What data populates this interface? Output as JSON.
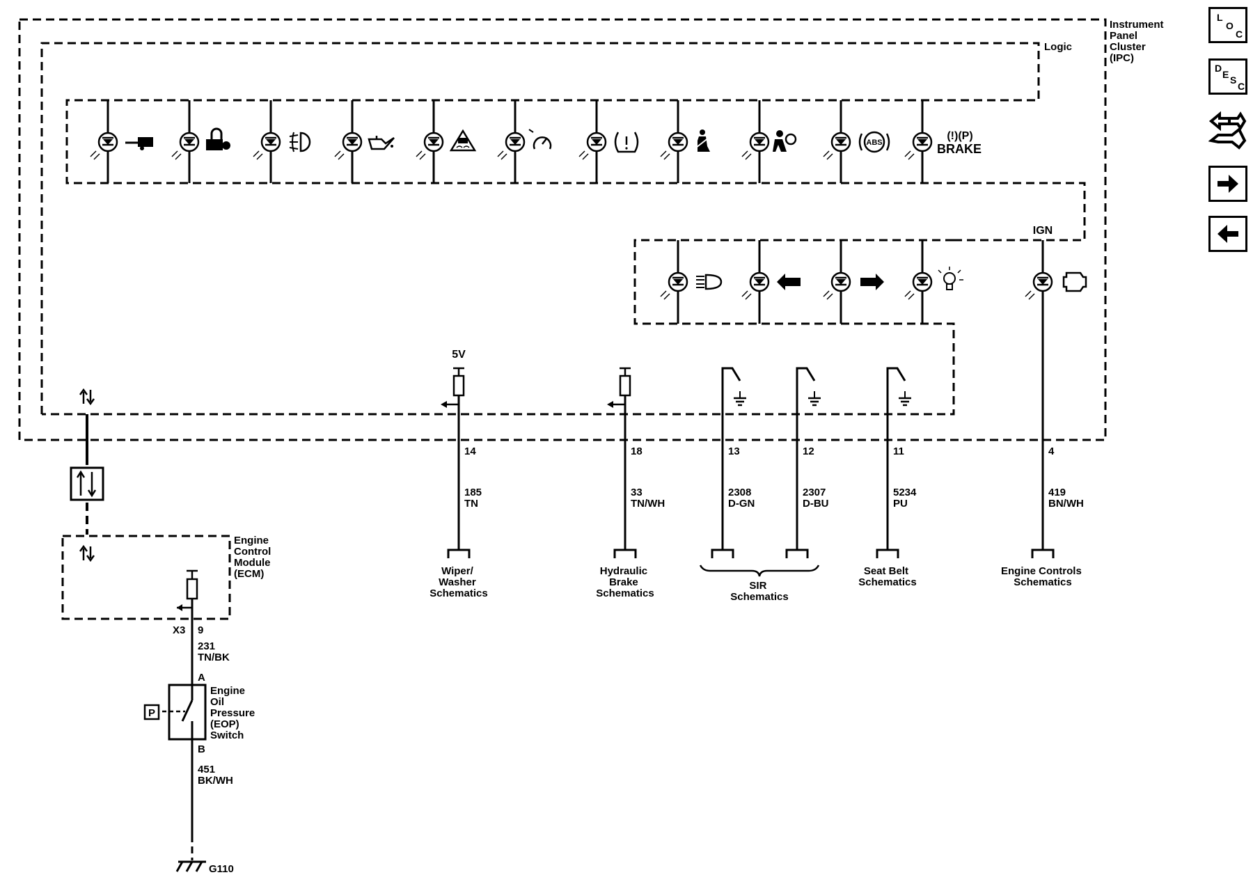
{
  "modules": {
    "ipc": [
      "Instrument",
      "Panel",
      "Cluster",
      "(IPC)"
    ],
    "logic": "Logic",
    "ecm": [
      "Engine",
      "Control",
      "Module",
      "(ECM)"
    ],
    "eop": [
      "Engine",
      "Oil",
      "Pressure",
      "(EOP)",
      "Switch"
    ]
  },
  "indicators_top": [
    {
      "icon": "trailer-icon"
    },
    {
      "icon": "security-lock-icon"
    },
    {
      "icon": "fog-light-icon"
    },
    {
      "icon": "oil-pressure-icon"
    },
    {
      "icon": "traction-control-icon"
    },
    {
      "icon": "cruise-control-icon"
    },
    {
      "icon": "tire-pressure-icon"
    },
    {
      "icon": "seat-belt-icon"
    },
    {
      "icon": "airbag-icon"
    },
    {
      "icon": "abs-icon",
      "text": "ABS"
    },
    {
      "icon": "brake-icon",
      "text": "BRAKE",
      "symbol": "(!)(P)"
    }
  ],
  "indicators_bottom": [
    {
      "icon": "high-beam-icon"
    },
    {
      "icon": "turn-left-icon"
    },
    {
      "icon": "turn-right-icon"
    },
    {
      "icon": "lamp-icon"
    }
  ],
  "ign": {
    "label": "IGN",
    "icon": "check-engine-icon"
  },
  "supply": "5V",
  "circuits": [
    {
      "pin": "14",
      "circuit": "185",
      "color": "TN",
      "dest": [
        "Wiper/",
        "Washer",
        "Schematics"
      ]
    },
    {
      "pin": "18",
      "circuit": "33",
      "color": "TN/WH",
      "dest": [
        "Hydraulic",
        "Brake",
        "Schematics"
      ]
    },
    {
      "pin": "13",
      "circuit": "2308",
      "color": "D-GN"
    },
    {
      "pin": "12",
      "circuit": "2307",
      "color": "D-BU"
    },
    {
      "pin": "11",
      "circuit": "5234",
      "color": "PU",
      "dest": [
        "Seat Belt",
        "Schematics"
      ]
    },
    {
      "pin": "4",
      "circuit": "419",
      "color": "BN/WH",
      "dest": [
        "Engine Controls",
        "Schematics"
      ]
    }
  ],
  "sir_dest": [
    "SIR",
    "Schematics"
  ],
  "ecm_wire": {
    "connector": "X3",
    "pin": "9",
    "circuit": "231",
    "color": "TN/BK"
  },
  "switch_pins": {
    "a": "A",
    "b": "B",
    "pressure_symbol": "P"
  },
  "ground_wire": {
    "circuit": "451",
    "color": "BK/WH",
    "ground": "G110"
  },
  "nav": {
    "loc": [
      "L",
      "O",
      "C"
    ],
    "desc": [
      "D",
      "E",
      "S",
      "C"
    ],
    "icons": [
      "connector-icon",
      "next-arrow-icon",
      "previous-arrow-icon"
    ]
  }
}
